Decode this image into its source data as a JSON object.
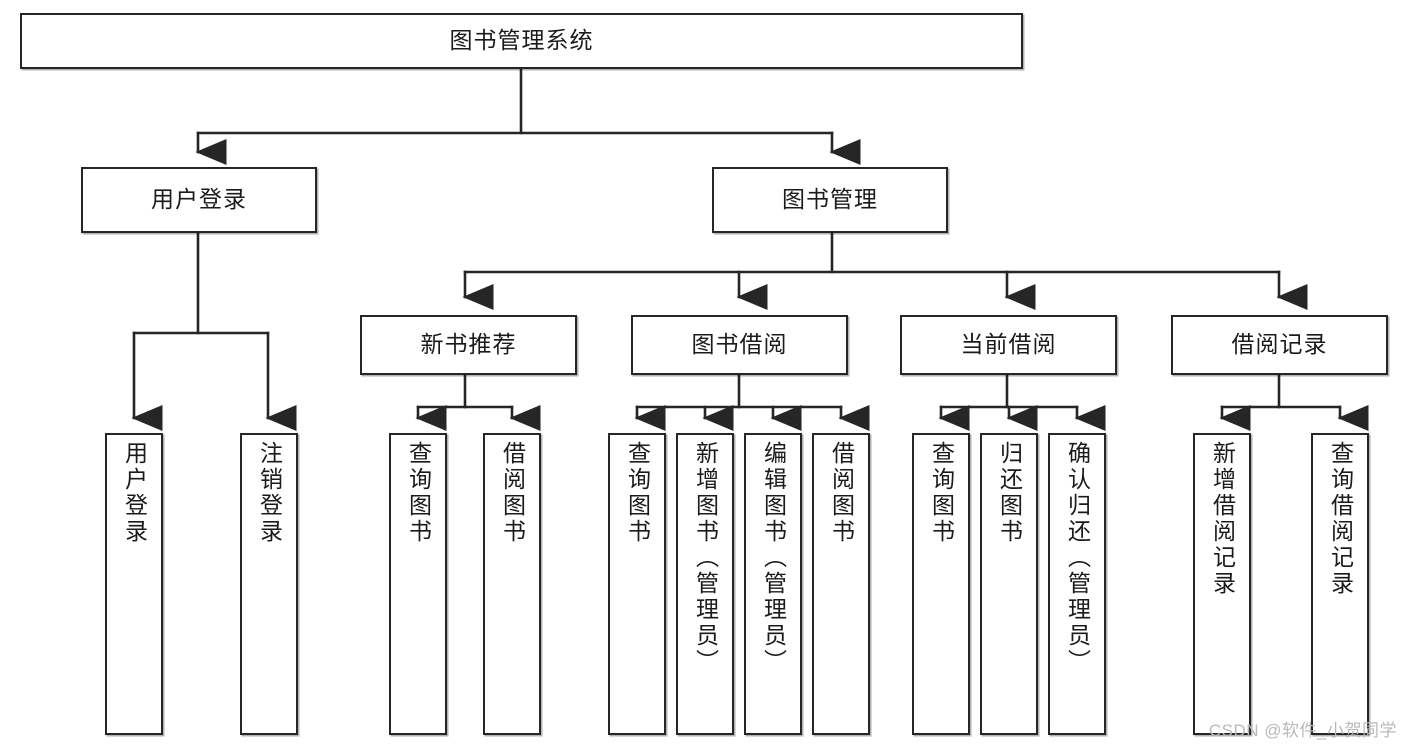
{
  "diagram": {
    "title_node": {
      "label": "图书管理系统"
    },
    "level2": [
      {
        "id": "user-login",
        "label": "用户登录"
      },
      {
        "id": "book-management",
        "label": "图书管理"
      }
    ],
    "level3": [
      {
        "id": "new-book-recommend",
        "label": "新书推荐"
      },
      {
        "id": "book-borrow",
        "label": "图书借阅"
      },
      {
        "id": "current-borrow",
        "label": "当前借阅"
      },
      {
        "id": "borrow-record",
        "label": "借阅记录"
      }
    ],
    "leaves": {
      "user_login": [
        {
          "id": "leaf-user-login",
          "label": "用户登录"
        },
        {
          "id": "leaf-logout-login",
          "label": "注销登录"
        }
      ],
      "new_book_recommend": [
        {
          "id": "leaf-query-book-1",
          "label": "查询图书"
        },
        {
          "id": "leaf-borrow-book-1",
          "label": "借阅图书"
        }
      ],
      "book_borrow": [
        {
          "id": "leaf-query-book-2",
          "label": "查询图书"
        },
        {
          "id": "leaf-add-book",
          "label": "新增图书（管理员）"
        },
        {
          "id": "leaf-edit-book",
          "label": "编辑图书（管理员）"
        },
        {
          "id": "leaf-borrow-book-2",
          "label": "借阅图书"
        }
      ],
      "current_borrow": [
        {
          "id": "leaf-query-book-3",
          "label": "查询图书"
        },
        {
          "id": "leaf-return-book",
          "label": "归还图书"
        },
        {
          "id": "leaf-confirm-return",
          "label": "确认归还（管理员）"
        }
      ],
      "borrow_record": [
        {
          "id": "leaf-add-borrow-record",
          "label": "新增借阅记录"
        },
        {
          "id": "leaf-query-borrow-record",
          "label": "查询借阅记录"
        }
      ]
    },
    "watermark": "CSDN @软件_小贺同学",
    "colors": {
      "stroke": "#262626",
      "text": "#1b1b1b",
      "background": "#ffffff",
      "watermark": "#b9b9b9"
    }
  }
}
